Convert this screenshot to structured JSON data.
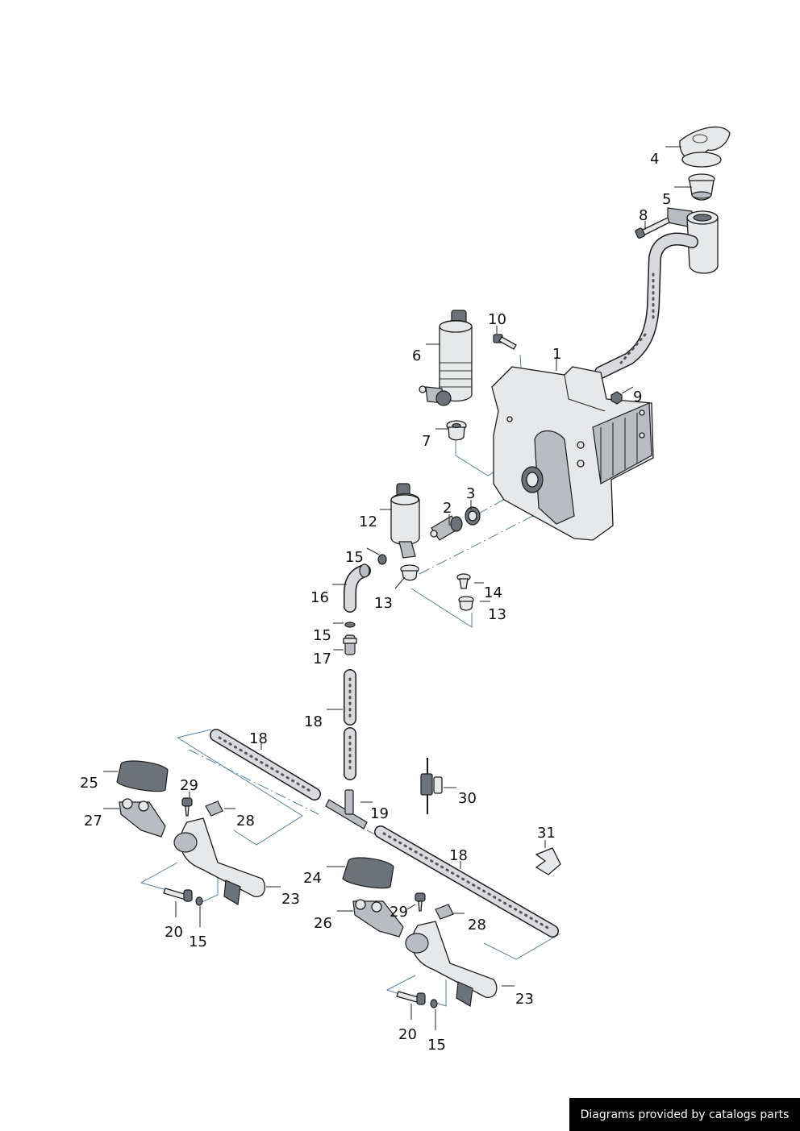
{
  "credit": "Diagrams provided by catalogs parts",
  "callouts": {
    "c1": "1",
    "c2": "2",
    "c3": "3",
    "c4": "4",
    "c5": "5",
    "c6": "6",
    "c7": "7",
    "c8": "8",
    "c9": "9",
    "c10": "10",
    "c12": "12",
    "c13a": "13",
    "c13b": "13",
    "c14": "14",
    "c15a": "15",
    "c15b": "15",
    "c15c": "15",
    "c15d": "15",
    "c16": "16",
    "c17": "17",
    "c18a": "18",
    "c18b": "18",
    "c18c": "18",
    "c19": "19",
    "c20a": "20",
    "c20b": "20",
    "c23a": "23",
    "c23b": "23",
    "c24": "24",
    "c25": "25",
    "c26": "26",
    "c27": "27",
    "c28a": "28",
    "c28b": "28",
    "c29a": "29",
    "c29b": "29",
    "c30": "30",
    "c31": "31"
  },
  "colors": {
    "line": "#1c1c1c",
    "part_fill": "#e7e8ea",
    "guide": "#5f7f95",
    "credit_bg": "#000000",
    "credit_text": "#ffffff"
  }
}
